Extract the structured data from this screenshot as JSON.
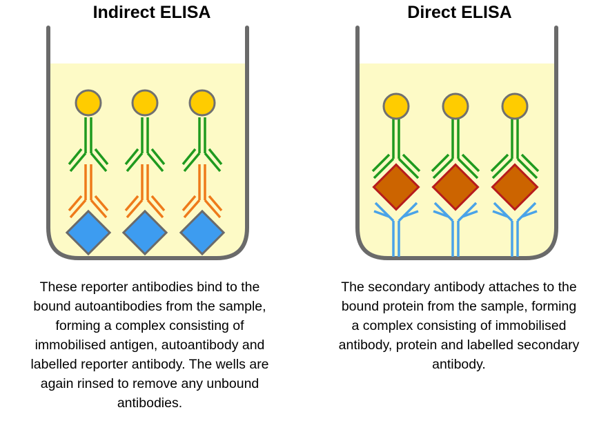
{
  "panels": [
    {
      "title": "Indirect ELISA",
      "caption_lines": [
        "These reporter antibodies bind to the",
        "bound autoantibodies from the sample,",
        "forming a complex consisting of",
        "immobilised antigen, autoantibody and",
        "labelled reporter antibody. The wells are",
        "again rinsed to remove any unbound",
        "antibodies."
      ],
      "components": [
        "antigen-diamond",
        "autoantibody",
        "reporter-antibody",
        "label-circle"
      ]
    },
    {
      "title": "Direct ELISA",
      "caption_lines": [
        "The secondary antibody attaches to the",
        "bound protein from the sample, forming",
        "a complex consisting of immobilised",
        "antibody, protein and labelled secondary",
        "antibody."
      ],
      "components": [
        "capture-antibody",
        "protein-diamond",
        "secondary-antibody",
        "label-circle"
      ]
    }
  ],
  "colors": {
    "well_outline": "#6a6a6a",
    "well_fill": "#fdfac6",
    "label": "#ffcc00",
    "label_outline": "#707070",
    "reporter_antibody": "#1f9a1f",
    "autoantibody": "#ee7a1a",
    "antigen": "#3d9cf0",
    "antigen_outline": "#6a6a6a",
    "protein": "#cc6400",
    "protein_outline": "#b71c1c",
    "capture_antibody": "#4aa3e8"
  }
}
